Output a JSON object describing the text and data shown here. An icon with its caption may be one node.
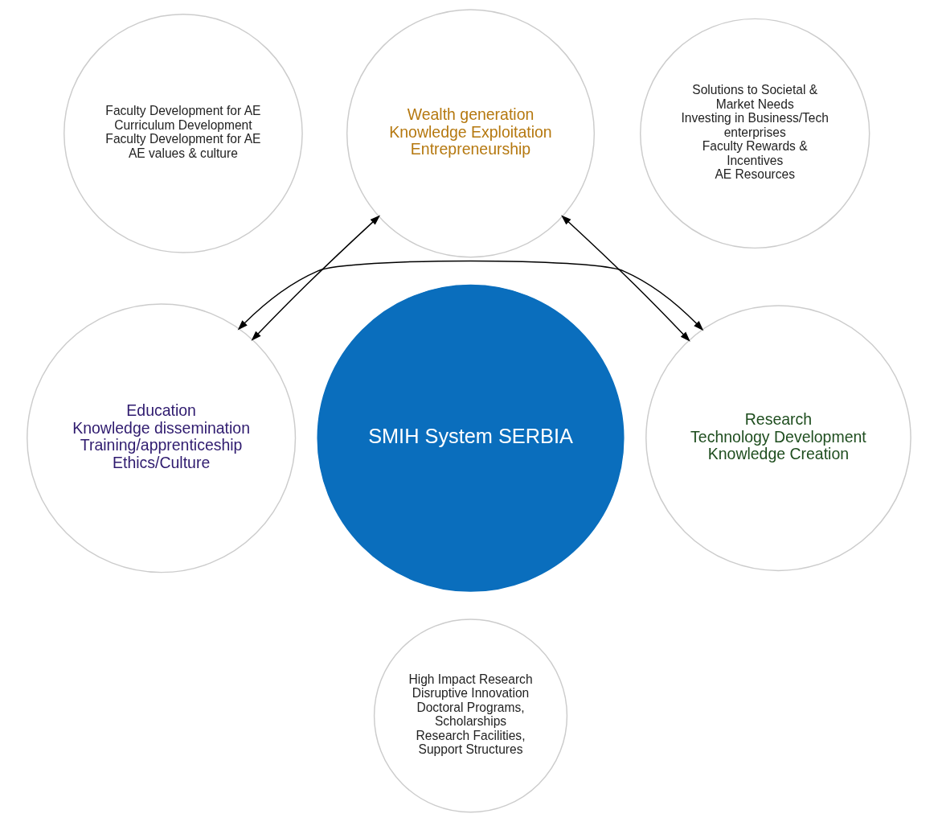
{
  "diagram": {
    "nodes": [
      {
        "text": [
          "Wealth generation Knowledge Exploitation",
          "Entrepreneurship"
        ]
      },
      {
        "text": [
          "Faculty Development for AE",
          "Curriculum Development",
          "Faculty Development for AE",
          "AE values & culture"
        ]
      },
      {
        "text": [
          "Solutions to Societal & Market Needs",
          "Investing in Business/Tech enterprises",
          "Faculty Rewards & Incentives",
          "AE Resources"
        ]
      },
      {
        "text": [
          "SMIH System SERBIA"
        ]
      },
      {
        "text": [
          "Education",
          "Knowledge dissemination Training/apprenticeship Ethics/Culture"
        ]
      },
      {
        "text": [
          "Research",
          "Technology Development Knowledge Creation"
        ]
      },
      {
        "text": [
          "High Impact Research",
          "Disruptive Innovation",
          "Doctoral Programs, Scholarships",
          "Research Facilities, Support Structures"
        ]
      }
    ],
    "edges": [
      {
        "from": 0,
        "to": 4,
        "arrow": "both"
      },
      {
        "from": 0,
        "to": 5,
        "arrow": "both"
      },
      {
        "from": 4,
        "to": 5,
        "arrow": "both"
      }
    ]
  }
}
